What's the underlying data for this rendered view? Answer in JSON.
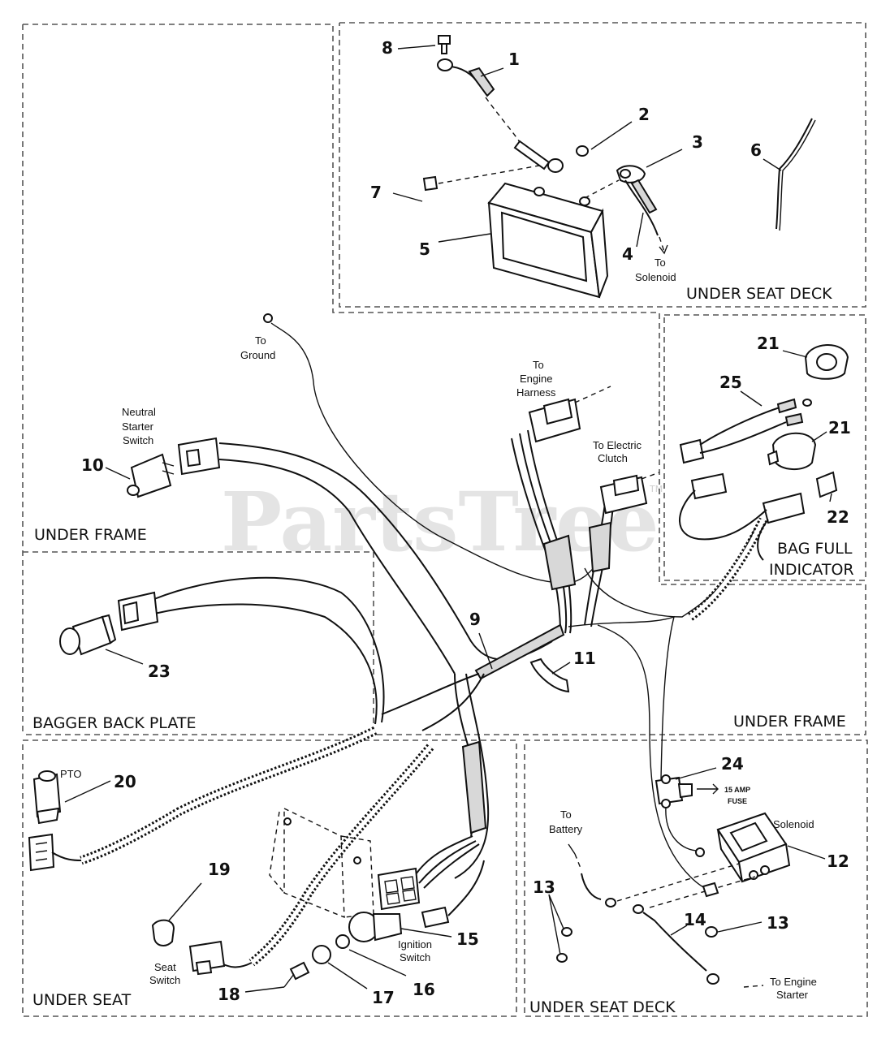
{
  "watermark": {
    "text": "PartsTree",
    "mark": "TM"
  },
  "regions": {
    "under_seat_deck_top": "UNDER SEAT DECK",
    "under_frame_left": "UNDER FRAME",
    "bag_full_indicator_line1": "BAG FULL",
    "bag_full_indicator_line2": "INDICATOR",
    "bagger_back_plate": "BAGGER BACK PLATE",
    "under_frame_right": "UNDER FRAME",
    "under_seat": "UNDER SEAT",
    "under_seat_deck_bottom": "UNDER SEAT DECK"
  },
  "labels": {
    "to_solenoid_1": "To",
    "to_solenoid_2": "Solenoid",
    "to_ground_1": "To",
    "to_ground_2": "Ground",
    "neutral_1": "Neutral",
    "neutral_2": "Starter",
    "neutral_3": "Switch",
    "engine_harness_1": "To",
    "engine_harness_2": "Engine",
    "engine_harness_3": "Harness",
    "electric_clutch_1": "To Electric",
    "electric_clutch_2": "Clutch",
    "pto": "PTO",
    "to_battery_1": "To",
    "to_battery_2": "Battery",
    "fuse_1": "15 AMP",
    "fuse_2": "FUSE",
    "solenoid": "Solenoid",
    "ignition_1": "Ignition",
    "ignition_2": "Switch",
    "seat_switch_1": "Seat",
    "seat_switch_2": "Switch",
    "engine_starter_1": "To Engine",
    "engine_starter_2": "Starter"
  },
  "callouts": {
    "n1": "1",
    "n2": "2",
    "n3": "3",
    "n4": "4",
    "n5": "5",
    "n6": "6",
    "n7": "7",
    "n8": "8",
    "n9": "9",
    "n10": "10",
    "n11": "11",
    "n12": "12",
    "n13a": "13",
    "n13b": "13",
    "n14": "14",
    "n15": "15",
    "n16": "16",
    "n17": "17",
    "n18": "18",
    "n19": "19",
    "n20": "20",
    "n21a": "21",
    "n21b": "21",
    "n22": "22",
    "n23": "23",
    "n24": "24",
    "n25": "25"
  }
}
